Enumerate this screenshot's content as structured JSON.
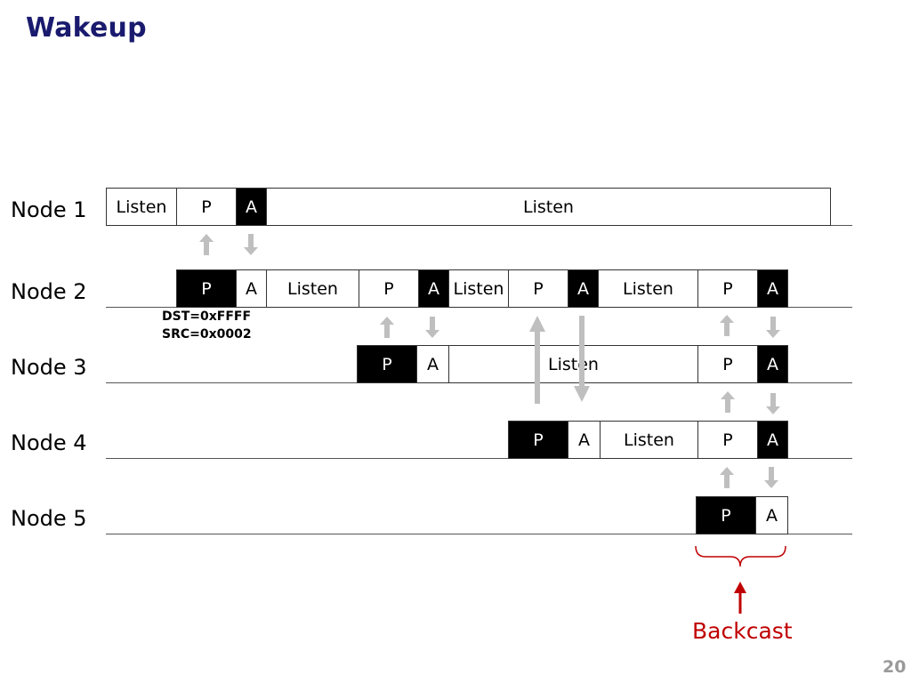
{
  "title": "Wakeup",
  "page_number": "20",
  "backcast_label": "Backcast",
  "colors": {
    "title": "#1a1a6e",
    "arrow_gray": "#bfbfbf",
    "backcast_red": "#c00000",
    "slot_black": "#000000"
  },
  "frame_info": {
    "dst": "DST=0xFFFF",
    "src": "SRC=0x0002"
  },
  "nodes": [
    {
      "label": "Node 1",
      "slots": [
        {
          "text": "Listen",
          "style": "white"
        },
        {
          "text": "P",
          "style": "white"
        },
        {
          "text": "A",
          "style": "black"
        },
        {
          "text": "Listen",
          "style": "white"
        }
      ]
    },
    {
      "label": "Node 2",
      "slots": [
        {
          "text": "P",
          "style": "black"
        },
        {
          "text": "A",
          "style": "white"
        },
        {
          "text": "Listen",
          "style": "white"
        },
        {
          "text": "P",
          "style": "white"
        },
        {
          "text": "A",
          "style": "black"
        },
        {
          "text": "Listen",
          "style": "white"
        },
        {
          "text": "P",
          "style": "white"
        },
        {
          "text": "A",
          "style": "black"
        },
        {
          "text": "Listen",
          "style": "white"
        },
        {
          "text": "P",
          "style": "white"
        },
        {
          "text": "A",
          "style": "black"
        }
      ]
    },
    {
      "label": "Node 3",
      "slots": [
        {
          "text": "P",
          "style": "black"
        },
        {
          "text": "A",
          "style": "white"
        },
        {
          "text": "Listen",
          "style": "white"
        },
        {
          "text": "P",
          "style": "white"
        },
        {
          "text": "A",
          "style": "black"
        }
      ]
    },
    {
      "label": "Node 4",
      "slots": [
        {
          "text": "P",
          "style": "black"
        },
        {
          "text": "A",
          "style": "white"
        },
        {
          "text": "Listen",
          "style": "white"
        },
        {
          "text": "P",
          "style": "white"
        },
        {
          "text": "A",
          "style": "black"
        }
      ]
    },
    {
      "label": "Node 5",
      "slots": [
        {
          "text": "P",
          "style": "black"
        },
        {
          "text": "A",
          "style": "white"
        }
      ]
    }
  ]
}
